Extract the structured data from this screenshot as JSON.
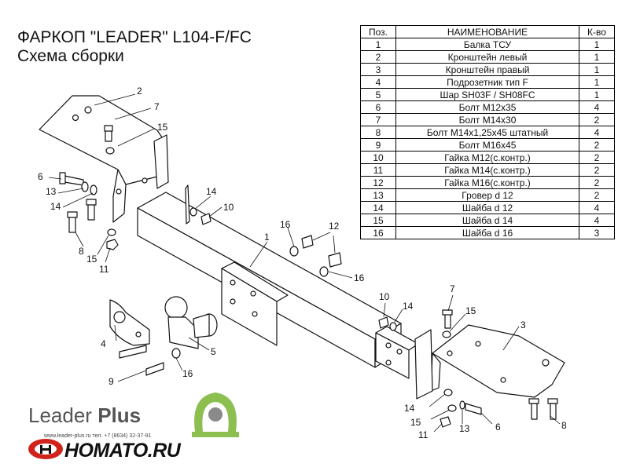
{
  "title": {
    "line1": "ФАРКОП \"LEADER\" L104-F/FC",
    "line2": "Схема сборки"
  },
  "parts_table": {
    "headers": [
      "Поз.",
      "НАИМЕНОВАНИЕ",
      "К-во"
    ],
    "rows": [
      [
        "1",
        "Балка ТСУ",
        "1"
      ],
      [
        "2",
        "Кронштейн левый",
        "1"
      ],
      [
        "3",
        "Кронштейн правый",
        "1"
      ],
      [
        "4",
        "Подрозетник тип F",
        "1"
      ],
      [
        "5",
        "Шар SH03F / SH08FC",
        "1"
      ],
      [
        "6",
        "Болт М12х35",
        "4"
      ],
      [
        "7",
        "Болт М14х30",
        "2"
      ],
      [
        "8",
        "Болт М14х1,25х45 штатный",
        "4"
      ],
      [
        "9",
        "Болт М16х45",
        "2"
      ],
      [
        "10",
        "Гайка М12(с.контр.)",
        "2"
      ],
      [
        "11",
        "Гайка  М14(с.контр.)",
        "2"
      ],
      [
        "12",
        "Гайка  М16(с.контр.)",
        "2"
      ],
      [
        "13",
        "Гровер d 12",
        "2"
      ],
      [
        "14",
        "Шайба d 12",
        "4"
      ],
      [
        "15",
        "Шайба d 14",
        "4"
      ],
      [
        "16",
        "Шайба d 16",
        "3"
      ]
    ]
  },
  "callouts": {
    "c1": "1",
    "c2": "2",
    "c3": "3",
    "c4": "4",
    "c5": "5",
    "c6a": "6",
    "c6b": "6",
    "c7a": "7",
    "c7b": "7",
    "c8a": "8",
    "c8b": "8",
    "c9": "9",
    "c10a": "10",
    "c10b": "10",
    "c11a": "11",
    "c11b": "11",
    "c12": "12",
    "c13a": "13",
    "c13b": "13",
    "c14a": "14",
    "c14b": "14",
    "c14c": "14",
    "c14d": "14",
    "c15a": "15",
    "c15b": "15",
    "c15c": "15",
    "c16a": "16",
    "c16b": "16",
    "c16c": "16"
  },
  "branding": {
    "name_regular": "Leader",
    "name_bold": "Plus",
    "contacts": "www.leader-plus.ru   тел. +7 (8634) 32-37-91",
    "site": "HOMATO.RU",
    "colors": {
      "logo_green": "#8cbf4f",
      "logo_red": "#d0231c",
      "logo_gray": "#8a8a8a"
    }
  }
}
